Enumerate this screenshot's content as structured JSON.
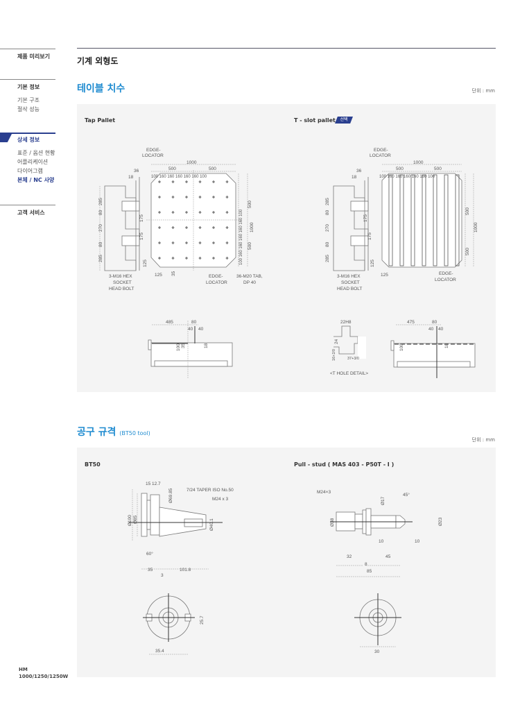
{
  "sidebar": {
    "preview": "제품 미리보기",
    "basic": {
      "title": "기본 정보",
      "items": [
        "기본 구조",
        "절삭 성능"
      ]
    },
    "detail": {
      "title": "상세 정보",
      "items": [
        "표준 / 옵션 현황",
        "어플리케이션",
        "다이어그램",
        "본체 / NC 사양"
      ],
      "active_index": 3
    },
    "service": "고객 서비스",
    "model": "HM",
    "model_variants": "1000/1250/1250W"
  },
  "header": {
    "title": "기계 외형도"
  },
  "table_section": {
    "title": "테이블 치수",
    "unit": "단위 : mm",
    "tap_pallet": {
      "title": "Tap Pallet",
      "labels": {
        "edge_locator_top": "EDGE-",
        "edge_locator_top2": "LOCATOR",
        "w1000": "1000",
        "w500a": "500",
        "w500b": "500",
        "pitch": "100 160  160  160  160  160 100",
        "d36": "36",
        "d18": "18",
        "s285a": "285",
        "s80a": "80",
        "s270": "270",
        "s80b": "80",
        "s285b": "285",
        "s175a": "175",
        "s175b": "175",
        "v_pitch": "100 160 160 160 160 160 100",
        "v500a": "500",
        "v500b": "500",
        "v1000": "1000",
        "d125a": "125",
        "d125b": "125",
        "d35": "35",
        "bolt1": "3-M16 HEX",
        "bolt2": "SOCKET",
        "bolt3": "HEAD BOLT",
        "edge_bottom1": "EDGE-",
        "edge_bottom2": "LOCATOR",
        "tab1": "36-M20 TAB,",
        "tab2": "DP 40"
      },
      "side": {
        "d485": "485",
        "d80": "80",
        "d40a": "40",
        "d40b": "40",
        "d100": "100",
        "d18": "18",
        "d35": "35"
      }
    },
    "tslot_pallet": {
      "title": "T - slot pallet",
      "badge": "선택",
      "labels": {
        "edge_locator_top": "EDGE-",
        "edge_locator_top2": "LOCATOR",
        "w1000": "1000",
        "w500a": "500",
        "w500b": "500",
        "pitch": "100 160  160  160  160  160 100",
        "d36": "36",
        "d18": "18",
        "s285a": "285",
        "s80a": "80",
        "s270": "270",
        "s80b": "80",
        "s285b": "285",
        "s175a": "175",
        "s175b": "175",
        "v500a": "500",
        "v500b": "500",
        "v1000": "1000",
        "d125a": "125",
        "d125b": "125",
        "bolt1": "3-M16 HEX",
        "bolt2": "SOCKET",
        "bolt3": "HEAD BOLT",
        "edge_bottom1": "EDGE-",
        "edge_bottom2": "LOCATOR"
      },
      "side": {
        "d475": "475",
        "d80": "80",
        "d40a": "40",
        "d40b": "40",
        "d100": "100",
        "d18": "18"
      },
      "t_hole": {
        "d22h8": "22H8",
        "d24": "24",
        "d16": "16+2/0",
        "d37": "37+3/0",
        "caption": "<T HOLE DETAIL>"
      }
    }
  },
  "tool_section": {
    "title": "공구 규격",
    "subtitle": "(BT50 tool)",
    "unit": "단위 : mm",
    "bt50": {
      "title": "BT50",
      "labels": {
        "d15": "15",
        "d12_7": "12.7",
        "d69_85": "Ø69.85",
        "taper": "7/24 TAPER ISO No.50",
        "thread": "M24 x 3",
        "d100": "Ø100",
        "d85": "Ø85",
        "d40_1": "Ø40.1",
        "angle": "60°",
        "l35": "35",
        "l101_8": "101.8",
        "l3": "3",
        "d25_7": "25.7",
        "d35_4": "35.4"
      }
    },
    "pull_stud": {
      "title": "Pull - stud ( MAS 403 - P50T - Ⅰ )",
      "labels": {
        "thread": "M24×3",
        "d17": "Ø17",
        "angle": "45°",
        "d38": "Ø38",
        "d23": "Ø23",
        "l10a": "10",
        "l10b": "10",
        "l32": "32",
        "l8": "8",
        "l45": "45",
        "l85": "85",
        "l30": "30"
      }
    }
  },
  "colors": {
    "accent": "#1e8bd0",
    "nav_active": "#2a3f8f",
    "panel_bg": "#f4f4f4"
  }
}
